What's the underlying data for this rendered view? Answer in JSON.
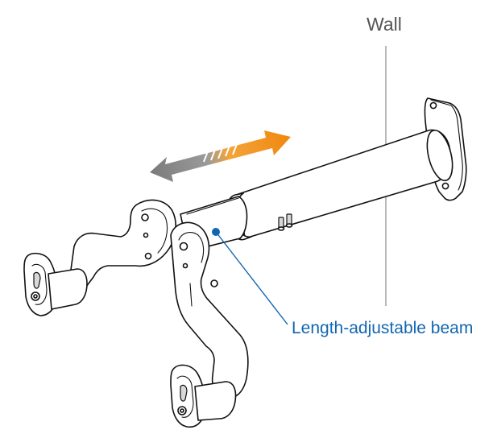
{
  "labels": {
    "wall": "Wall",
    "beam": "Length-adjustable beam"
  },
  "colors": {
    "callout_blue": "#1266b0",
    "wall_label_gray": "#555555",
    "arrow_orange": "#f29a1f",
    "arrow_gray": "#7a7a7a",
    "line_art": "#111111"
  },
  "icons": {
    "double_arrow": "adjust-direction-double-arrow",
    "callout_dot": "callout-dot"
  }
}
